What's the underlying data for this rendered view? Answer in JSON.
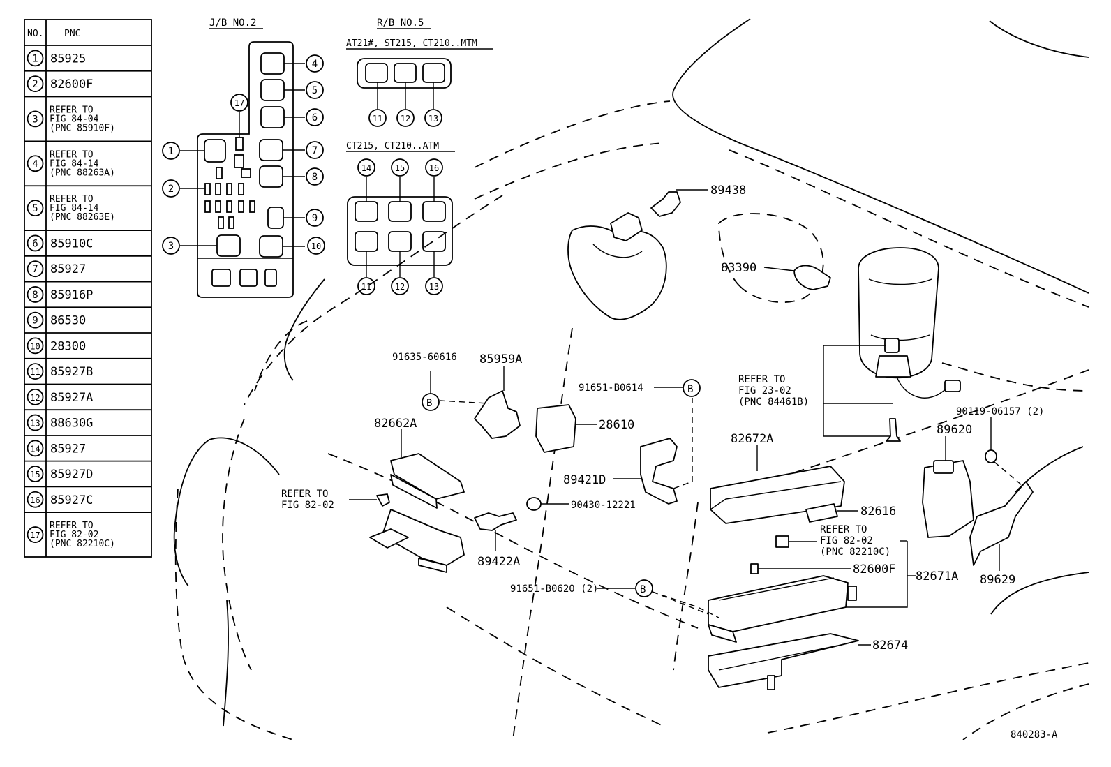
{
  "table": {
    "header_no": "NO.",
    "header_pnc": "PNC",
    "rows": [
      {
        "no": "1",
        "pnc": [
          "85925"
        ]
      },
      {
        "no": "2",
        "pnc": [
          "82600F"
        ]
      },
      {
        "no": "3",
        "pnc": [
          "REFER TO",
          "FIG 84-04",
          " (PNC 85910F)"
        ]
      },
      {
        "no": "4",
        "pnc": [
          "REFER TO",
          "FIG 84-14",
          " (PNC 88263A)"
        ]
      },
      {
        "no": "5",
        "pnc": [
          "REFER TO",
          "FIG 84-14",
          " (PNC 88263E)"
        ]
      },
      {
        "no": "6",
        "pnc": [
          "85910C"
        ]
      },
      {
        "no": "7",
        "pnc": [
          "85927"
        ]
      },
      {
        "no": "8",
        "pnc": [
          "85916P"
        ]
      },
      {
        "no": "9",
        "pnc": [
          "86530"
        ]
      },
      {
        "no": "10",
        "pnc": [
          "28300"
        ]
      },
      {
        "no": "11",
        "pnc": [
          "85927B"
        ]
      },
      {
        "no": "12",
        "pnc": [
          "85927A"
        ]
      },
      {
        "no": "13",
        "pnc": [
          "88630G"
        ]
      },
      {
        "no": "14",
        "pnc": [
          "85927"
        ]
      },
      {
        "no": "15",
        "pnc": [
          "85927D"
        ]
      },
      {
        "no": "16",
        "pnc": [
          "85927C"
        ]
      },
      {
        "no": "17",
        "pnc": [
          "REFER TO",
          "FIG 82-02",
          " (PNC 82210C)"
        ]
      }
    ]
  },
  "jb_no2": {
    "title": "J/B NO.2",
    "callouts": [
      "1",
      "2",
      "3",
      "4",
      "5",
      "6",
      "7",
      "8",
      "9",
      "10",
      "17"
    ]
  },
  "rb_no5": {
    "title": "R/B NO.5",
    "mtm_caption": "AT21#, ST215, CT210..MTM",
    "mtm_callouts": [
      "11",
      "12",
      "13"
    ],
    "atm_caption": "CT215, CT210..ATM",
    "atm_top_callouts": [
      "14",
      "15",
      "16"
    ],
    "atm_bottom_callouts": [
      "11",
      "12",
      "13"
    ]
  },
  "parts": {
    "p89438": "89438",
    "p83390": "83390",
    "p91635": "91635-60616",
    "p85959A": "85959A",
    "p91651_0614": "91651-B0614",
    "p28610": "28610",
    "p82662A": "82662A",
    "p89421D": "89421D",
    "p90430": "90430-12221",
    "p89422A": "89422A",
    "p82672A": "82672A",
    "p82616": "82616",
    "p89620": "89620",
    "p90119": "90119-06157 (2)",
    "p82600F": "82600F",
    "p82671A": "82671A",
    "p89629": "89629",
    "p91651_0620": "91651-B0620 (2)",
    "p82674": "82674",
    "ref_b": "B"
  },
  "refs": {
    "fig_82_02_left": [
      "REFER TO",
      "FIG 82-02"
    ],
    "fig_23_02": [
      "REFER TO",
      "FIG 23-02",
      " (PNC 84461B)"
    ],
    "fig_82_02_right": [
      "REFER TO",
      "FIG 82-02",
      " (PNC 82210C)"
    ]
  },
  "figure_id": "840283-A"
}
